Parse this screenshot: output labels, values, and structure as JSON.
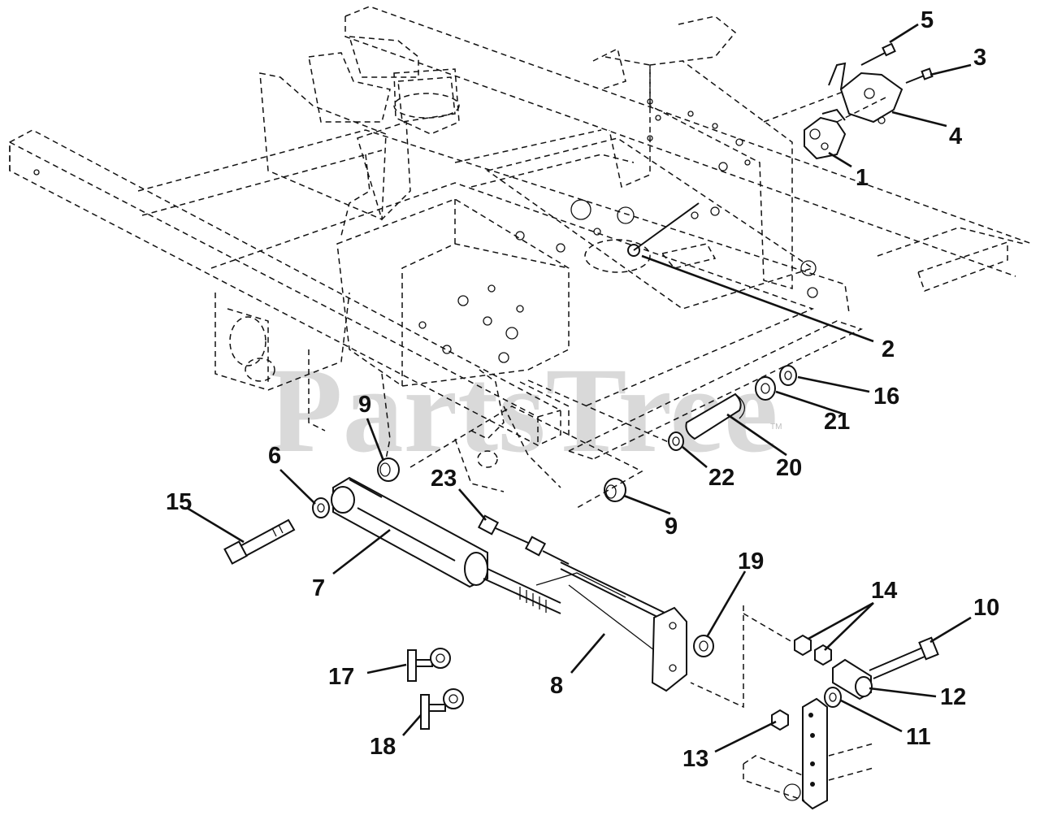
{
  "watermark": {
    "text": "PartsTree",
    "trademark": "TM"
  },
  "callouts": [
    {
      "id": "1",
      "label": "1"
    },
    {
      "id": "2",
      "label": "2"
    },
    {
      "id": "3",
      "label": "3"
    },
    {
      "id": "4",
      "label": "4"
    },
    {
      "id": "5",
      "label": "5"
    },
    {
      "id": "6",
      "label": "6"
    },
    {
      "id": "7",
      "label": "7"
    },
    {
      "id": "8",
      "label": "8"
    },
    {
      "id": "9a",
      "label": "9"
    },
    {
      "id": "9b",
      "label": "9"
    },
    {
      "id": "10",
      "label": "10"
    },
    {
      "id": "11",
      "label": "11"
    },
    {
      "id": "12",
      "label": "12"
    },
    {
      "id": "13",
      "label": "13"
    },
    {
      "id": "14",
      "label": "14"
    },
    {
      "id": "15",
      "label": "15"
    },
    {
      "id": "16",
      "label": "16"
    },
    {
      "id": "17",
      "label": "17"
    },
    {
      "id": "18",
      "label": "18"
    },
    {
      "id": "19",
      "label": "19"
    },
    {
      "id": "20",
      "label": "20"
    },
    {
      "id": "21",
      "label": "21"
    },
    {
      "id": "22",
      "label": "22"
    },
    {
      "id": "23",
      "label": "23"
    }
  ]
}
